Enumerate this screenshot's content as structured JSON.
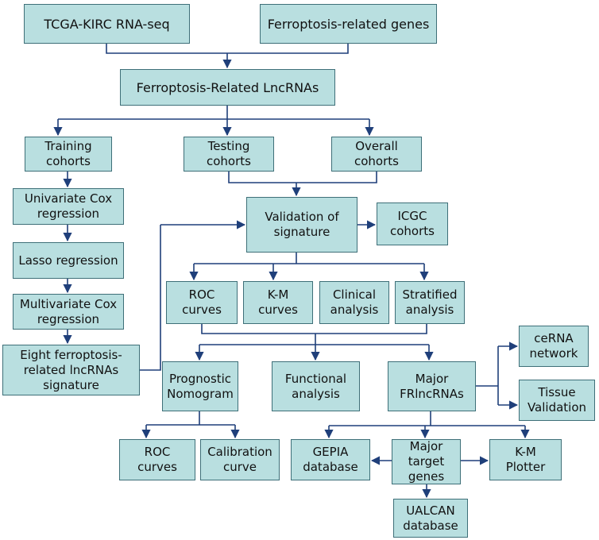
{
  "nodes": {
    "tcga": "TCGA-KIRC RNA-seq",
    "ferro_genes": "Ferroptosis-related genes",
    "lncrnas": "Ferroptosis-Related LncRNAs",
    "training": "Training\ncohorts",
    "testing": "Testing\ncohorts",
    "overall": "Overall\ncohorts",
    "univariate": "Univariate Cox\nregression",
    "lasso": "Lasso regression",
    "multivariate": "Multivariate Cox\nregression",
    "eight_sig": "Eight ferroptosis-\nrelated lncRNAs\nsignature",
    "validation": "Validation of\nsignature",
    "icgc": "ICGC\ncohorts",
    "roc1": "ROC\ncurves",
    "km1": "K-M\ncurves",
    "clinical": "Clinical\nanalysis",
    "stratified": "Stratified\nanalysis",
    "nomogram": "Prognostic\nNomogram",
    "functional": "Functional\nanalysis",
    "major_frlnc": "Major\nFRlncRNAs",
    "cerna": "ceRNA\nnetwork",
    "tissue": "Tissue\nValidation",
    "roc2": "ROC\ncurves",
    "calibration": "Calibration\ncurve",
    "gepia": "GEPIA\ndatabase",
    "major_target": "Major\ntarget\ngenes",
    "kmplotter": "K-M\nPlotter",
    "ualcan": "UALCAN\ndatabase"
  },
  "colors": {
    "box_fill": "#b9dfe0",
    "box_border": "#3e6f78",
    "line": "#1f3f7a"
  }
}
